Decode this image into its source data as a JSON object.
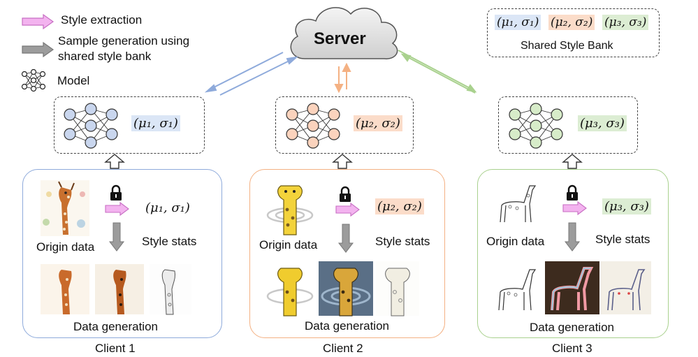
{
  "legend": {
    "style_extraction": "Style extraction",
    "sample_generation": "Sample generation using shared style bank",
    "sample_generation_line1": "Sample generation using",
    "sample_generation_line2": "shared style bank",
    "model": "Model"
  },
  "server": {
    "label": "Server"
  },
  "style_bank": {
    "entries": [
      "(μ₁, σ₁)",
      "(μ₂, σ₂)",
      "(μ₃, σ₃)"
    ],
    "label": "Shared Style Bank"
  },
  "clients": [
    {
      "name": "Client 1",
      "stats": "(μ₁, σ₁)",
      "origin_label": "Origin data",
      "stats_label": "Style stats",
      "generation_label": "Data generation"
    },
    {
      "name": "Client 2",
      "stats": "(μ₂, σ₂)",
      "origin_label": "Origin data",
      "stats_label": "Style stats",
      "generation_label": "Data generation"
    },
    {
      "name": "Client 3",
      "stats": "(μ₃, σ₃)",
      "origin_label": "Origin data",
      "stats_label": "Style stats",
      "generation_label": "Data generation"
    }
  ],
  "colors": {
    "client1": "#8eaadb",
    "client2": "#f4b183",
    "client3": "#a9d18e",
    "style_arrow": "#f0a8f0",
    "generation_arrow": "#999999"
  }
}
